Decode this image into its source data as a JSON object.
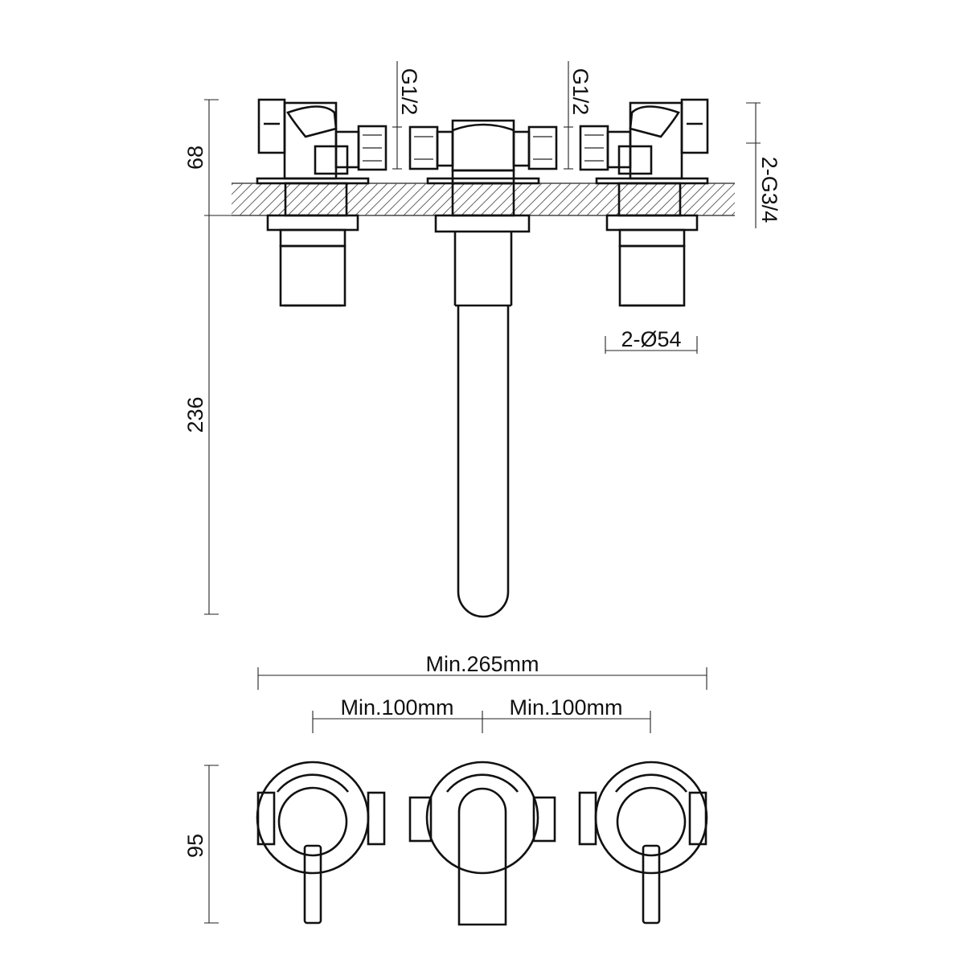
{
  "dimensions": {
    "height_top": "68",
    "height_projection": "236",
    "height_front": "95",
    "thread_inlet_left": "G1/2",
    "thread_inlet_right": "G1/2",
    "thread_body": "2-G3/4",
    "diameter_plate": "2-Ø54",
    "min_total_width": "Min.265mm",
    "min_spacing_left": "Min.100mm",
    "min_spacing_right": "Min.100mm"
  },
  "colors": {
    "line": "#111111",
    "background": "#ffffff",
    "hatch": "#555555"
  }
}
